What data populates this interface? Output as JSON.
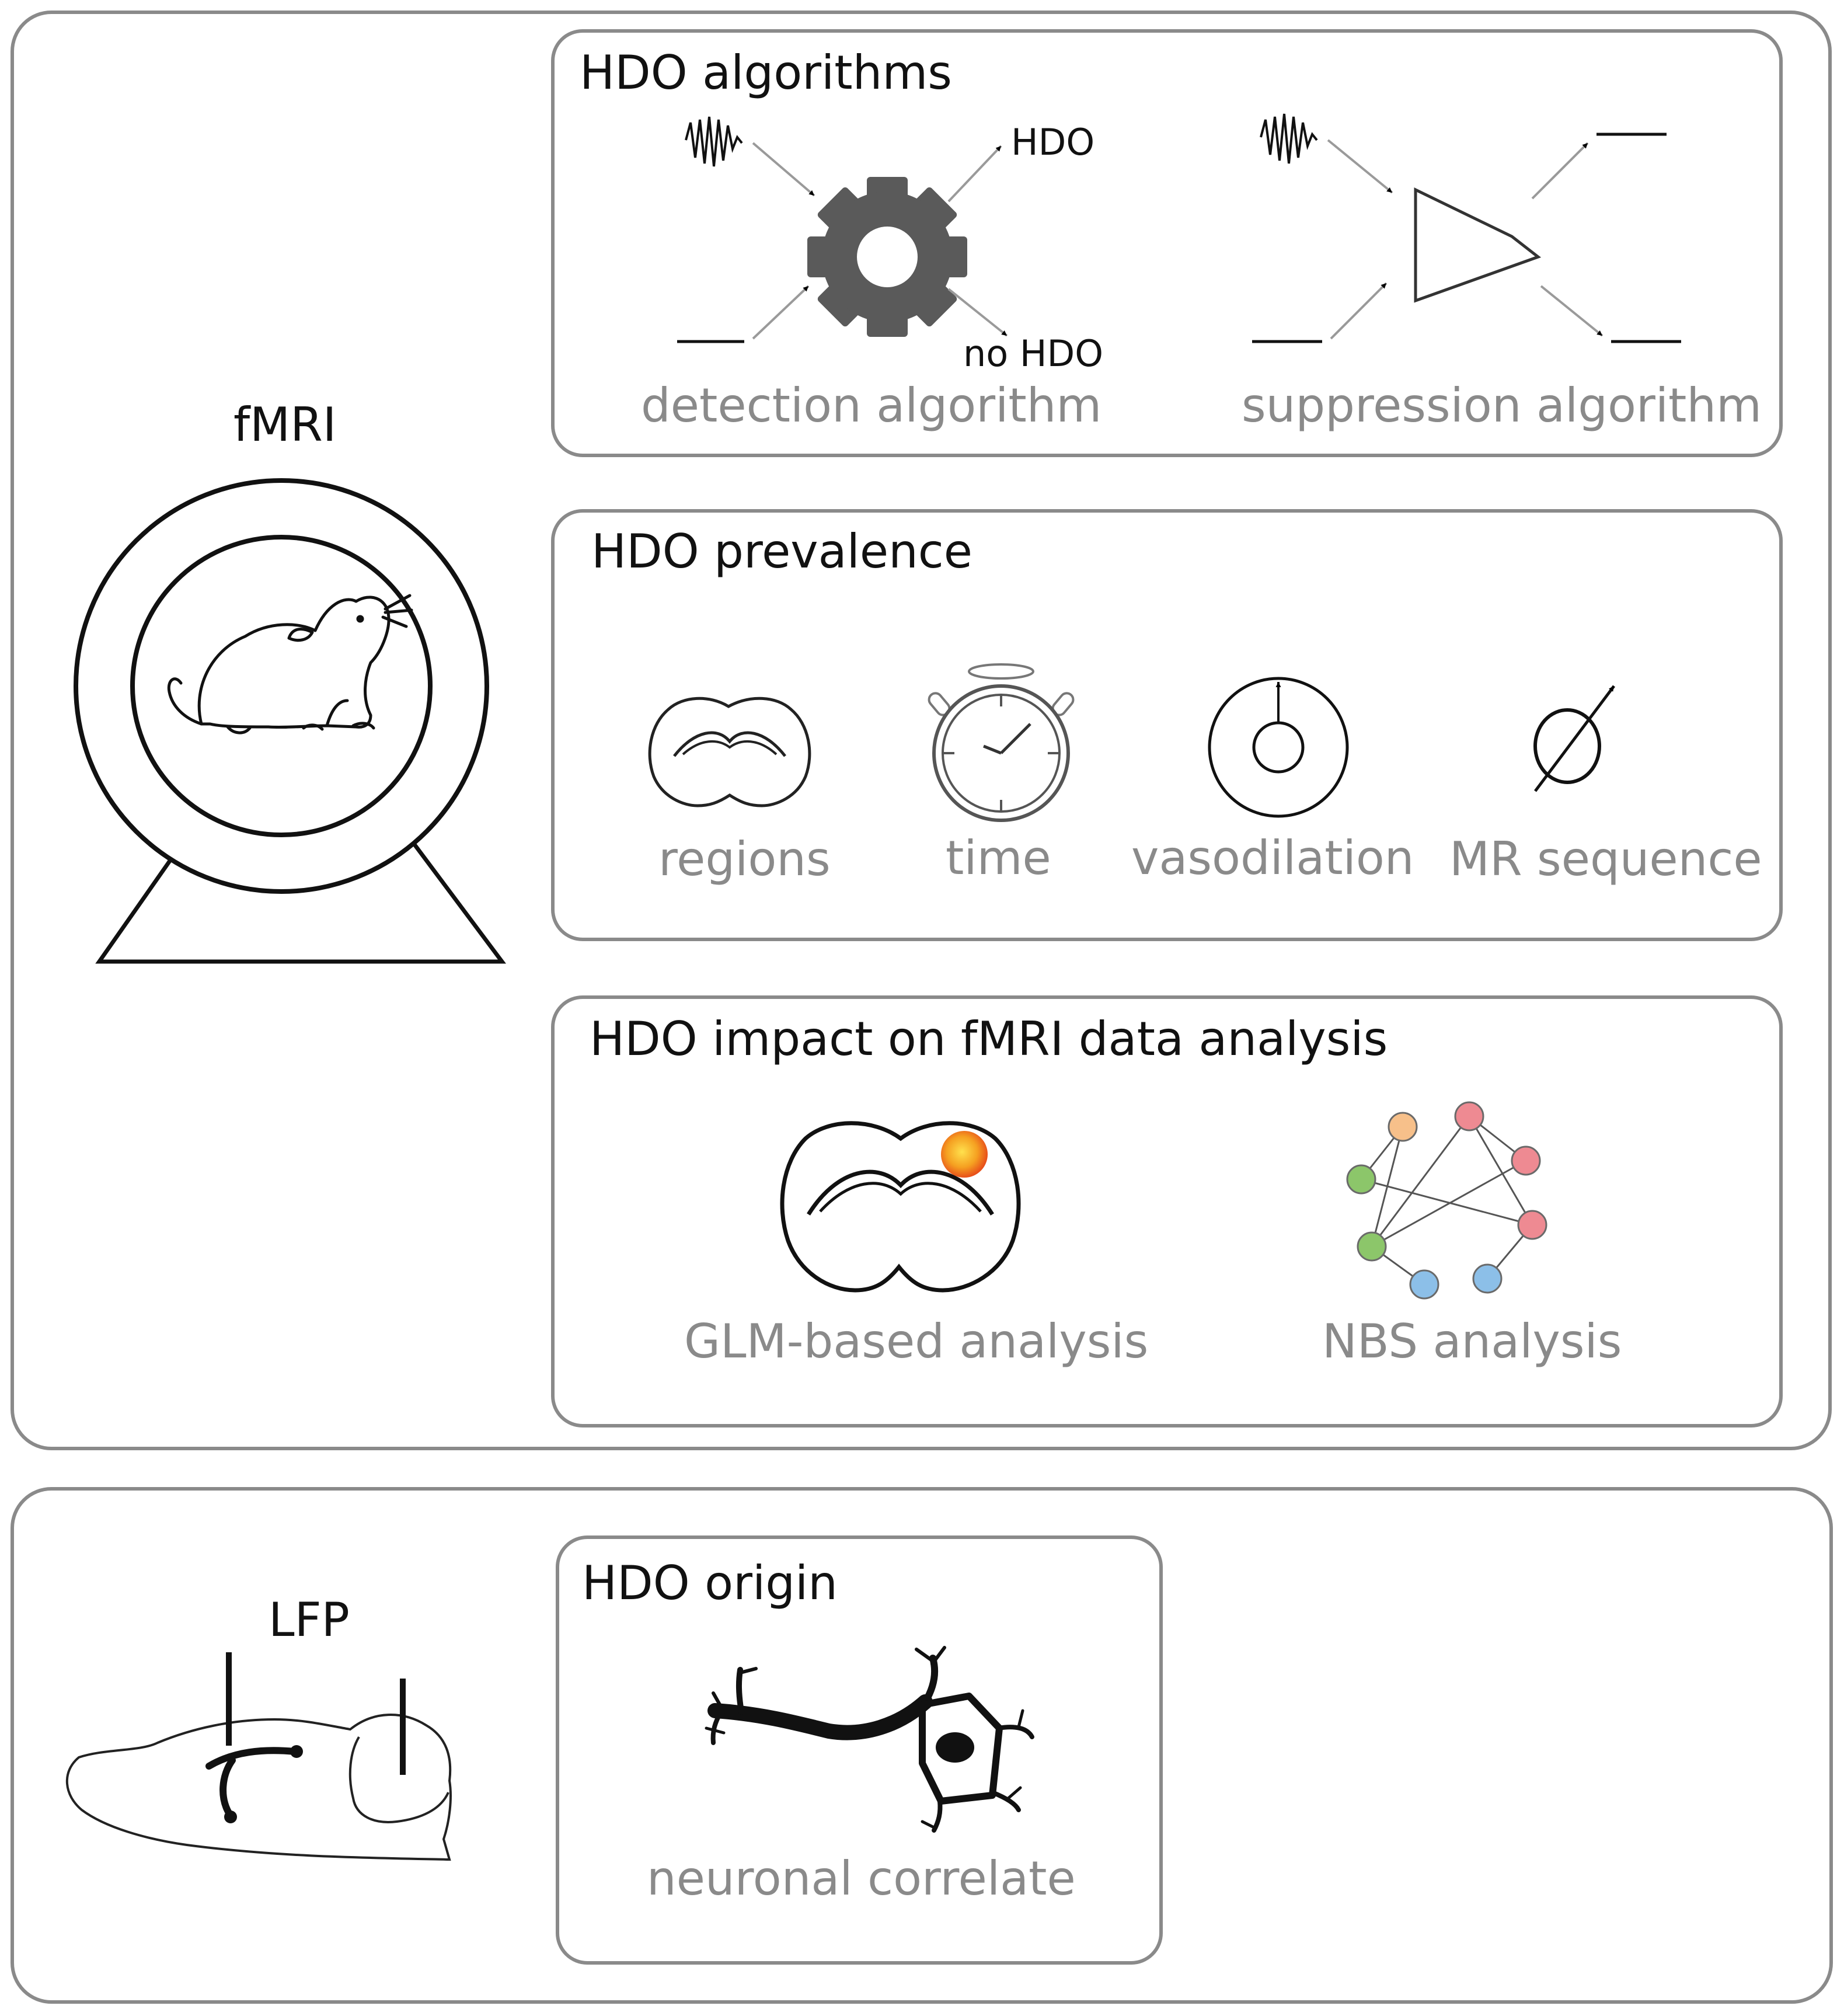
{
  "fmri_panel": {
    "label": "fMRI"
  },
  "algorithms": {
    "title": "HDO algorithms",
    "detection_caption": "detection algorithm",
    "suppression_caption": "suppression algorithm",
    "out_hdo": "HDO",
    "out_no_hdo": "no HDO"
  },
  "prevalence": {
    "title": "HDO prevalence",
    "items": [
      "regions",
      "time",
      "vasodilation",
      "MR sequence"
    ]
  },
  "impact": {
    "title": "HDO impact on fMRI data analysis",
    "glm_caption": "GLM-based analysis",
    "nbs_caption": "NBS analysis"
  },
  "lfp_panel": {
    "label": "LFP"
  },
  "origin": {
    "title": "HDO origin",
    "caption": "neuronal correlate"
  },
  "colors": {
    "border": "#8a8a8a",
    "gear": "#5a5a5a",
    "node_orange": "#f7c08a",
    "node_pink": "#ee8a92",
    "node_green": "#8cc66a",
    "node_blue": "#8cbfe8",
    "hotspot": "#f5a021"
  }
}
